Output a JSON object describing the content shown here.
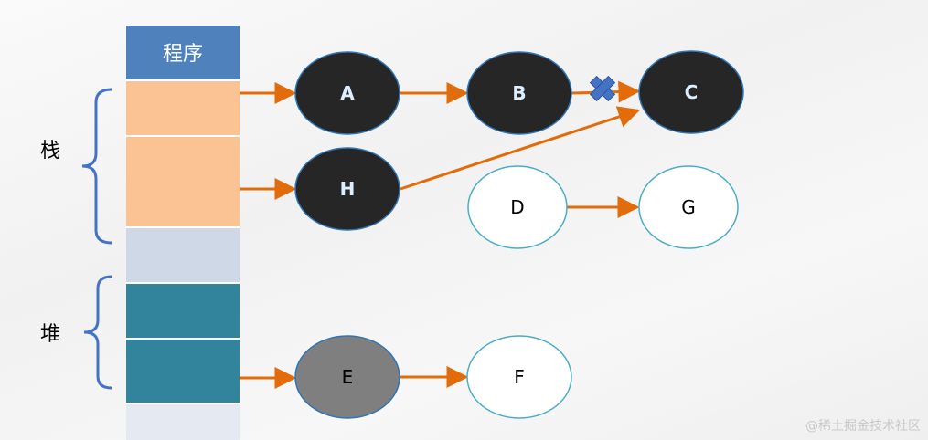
{
  "memory": {
    "header": "程序",
    "stack_label": "栈",
    "heap_label": "堆",
    "colors": {
      "header": "#4f81bd",
      "stack": "#fbc293",
      "empty": "#cfd8e6",
      "heap": "#31849b",
      "tail": "#e4e9f2",
      "divider": "#ffffff",
      "bracket": "#4472c4"
    }
  },
  "nodes": [
    {
      "id": "A",
      "label": "A",
      "style": "root"
    },
    {
      "id": "B",
      "label": "B",
      "style": "root"
    },
    {
      "id": "C",
      "label": "C",
      "style": "root"
    },
    {
      "id": "H",
      "label": "H",
      "style": "root"
    },
    {
      "id": "D",
      "label": "D",
      "style": "unreachable"
    },
    {
      "id": "G",
      "label": "G",
      "style": "unreachable"
    },
    {
      "id": "E",
      "label": "E",
      "style": "gray"
    },
    {
      "id": "F",
      "label": "F",
      "style": "unreachable"
    }
  ],
  "node_styles": {
    "root": {
      "fill": "#262626",
      "stroke": "#2e75b6",
      "text": "#ddeeff"
    },
    "unreachable": {
      "fill": "#ffffff",
      "stroke": "#4bacc6",
      "text": "#000000"
    },
    "gray": {
      "fill": "#7f7f7f",
      "stroke": "#2e75b6",
      "text": "#000000"
    }
  },
  "edges": [
    {
      "from": "stack-1",
      "to": "A"
    },
    {
      "from": "A",
      "to": "B"
    },
    {
      "from": "B",
      "to": "C",
      "removed": true
    },
    {
      "from": "stack-2",
      "to": "H"
    },
    {
      "from": "H",
      "to": "C"
    },
    {
      "from": "D",
      "to": "G"
    },
    {
      "from": "heap-2",
      "to": "E"
    },
    {
      "from": "E",
      "to": "F"
    }
  ],
  "edge_color": "#e36c0a",
  "cross_color": "#4472c4",
  "watermark": "@稀土掘金技术社区"
}
